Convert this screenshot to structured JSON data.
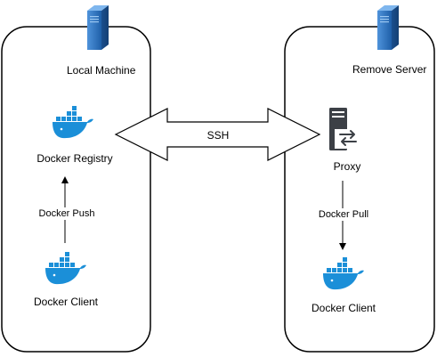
{
  "diagram": {
    "left_panel": {
      "title": "Local Machine"
    },
    "right_panel": {
      "title": "Remove Server"
    },
    "connection": {
      "label": "SSH"
    },
    "nodes": {
      "docker_registry": {
        "label": "Docker Registry"
      },
      "docker_client_local": {
        "label": "Docker Client"
      },
      "proxy": {
        "label": "Proxy"
      },
      "docker_client_remote": {
        "label": "Docker Client"
      }
    },
    "edges": {
      "push": {
        "label": "Docker Push"
      },
      "pull": {
        "label": "Docker Pull"
      }
    },
    "icons": {
      "server": "server-icon",
      "docker": "docker-whale-icon",
      "proxy": "proxy-server-icon"
    },
    "colors": {
      "docker_blue": "#1B8FD8",
      "server_blue": "#2C6FB4",
      "proxy_gray": "#3C4046",
      "line": "#000000"
    }
  }
}
